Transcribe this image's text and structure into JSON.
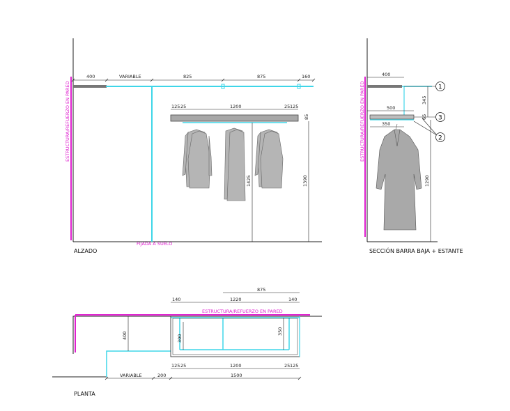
{
  "views": {
    "alzado": {
      "title": "ALZADO",
      "wall_label": "ESTRUCTURA/REFUERZO EN PARED",
      "floor_label": "FIJADA A SUELO",
      "top_dims": [
        "400",
        "VARIABLE",
        "825",
        "875",
        "160"
      ],
      "bar_dims": [
        "125",
        "25",
        "1200",
        "25",
        "125"
      ],
      "bar_height_dim": "85",
      "vert_dims": [
        "1425",
        "1390"
      ]
    },
    "seccion": {
      "title": "SECCIÓN BARRA BAJA + ESTANTE",
      "wall_label": "ESTRUCTURA/REFUERZO EN PARED",
      "dims": [
        "400",
        "500",
        "350",
        "345",
        "65",
        "1290"
      ],
      "callouts": [
        "1",
        "3",
        "2"
      ]
    },
    "planta": {
      "title": "PLANTA",
      "wall_label": "ESTRUCTURA/REFUERZO EN PARED",
      "top_dims": [
        "875",
        "140",
        "1220",
        "140"
      ],
      "side_dims": [
        "400",
        "300",
        "350"
      ],
      "bottom_dims": [
        "125",
        "25",
        "1200",
        "25",
        "125"
      ],
      "base_dims": [
        "VARIABLE",
        "200",
        "1500"
      ]
    }
  },
  "colors": {
    "cyan": "#3fd6e8",
    "magenta": "#e020d0",
    "line": "#222222",
    "garment": "#9a9a9a"
  }
}
